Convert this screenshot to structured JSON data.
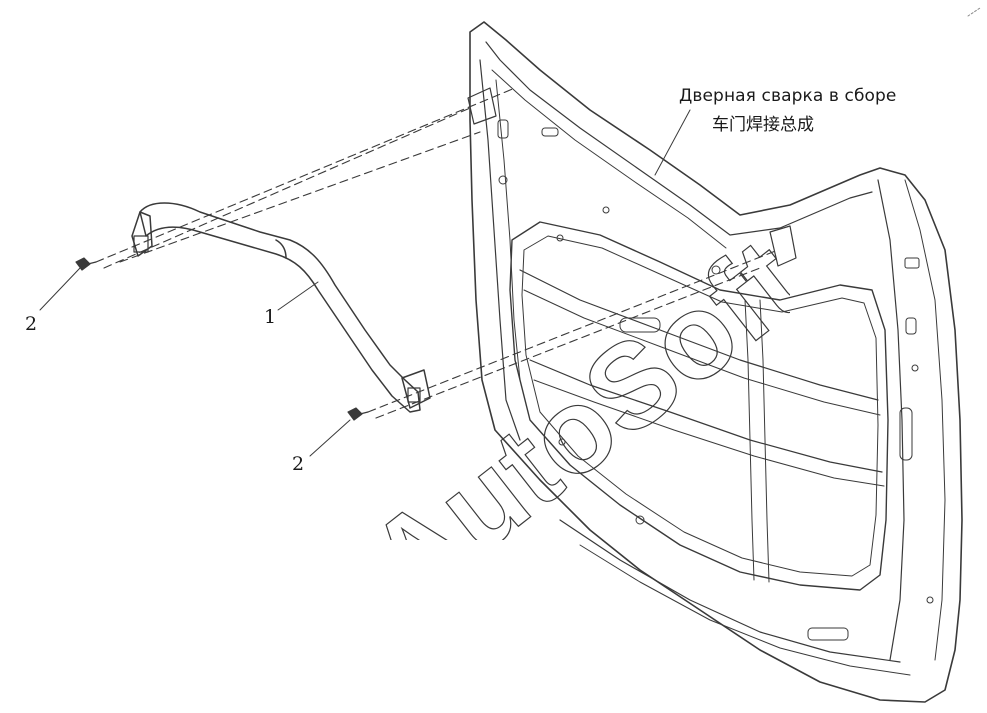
{
  "labels": {
    "assembly_ru": "Дверная сварка в сборе",
    "assembly_zh": "车门焊接总成",
    "part_1": "1",
    "part_2_top": "2",
    "part_2_bottom": "2"
  },
  "watermark": {
    "text": "AutoSoft"
  },
  "colors": {
    "line": "#3a3a3a",
    "light_line": "#8a8a8a",
    "background": "#ffffff"
  }
}
